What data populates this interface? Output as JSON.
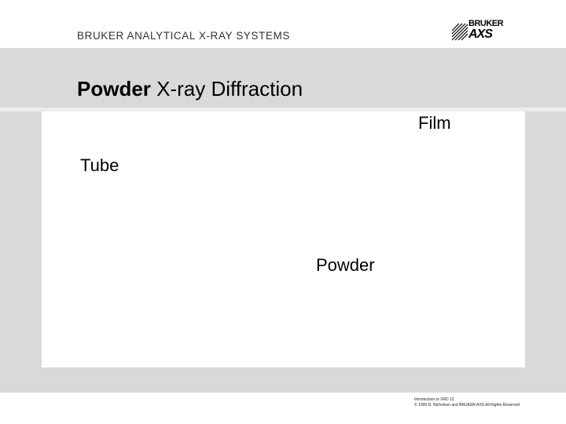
{
  "header": {
    "brand_text": "BRUKER ANALYTICAL X-RAY SYSTEMS",
    "logo_top": "BRUKER",
    "logo_bottom": "AXS"
  },
  "slide": {
    "title_bold": "Powder",
    "title_rest": " X-ray Diffraction",
    "labels": {
      "film": "Film",
      "tube": "Tube",
      "powder": "Powder"
    }
  },
  "footer": {
    "line1": "Introduction to XRD 12",
    "line2": "© 1999 R. Nicholson and BRUKER AXS All Rights Reserved"
  },
  "colors": {
    "band": "#d9d9d9",
    "panel": "#ffffff",
    "text": "#000000"
  }
}
